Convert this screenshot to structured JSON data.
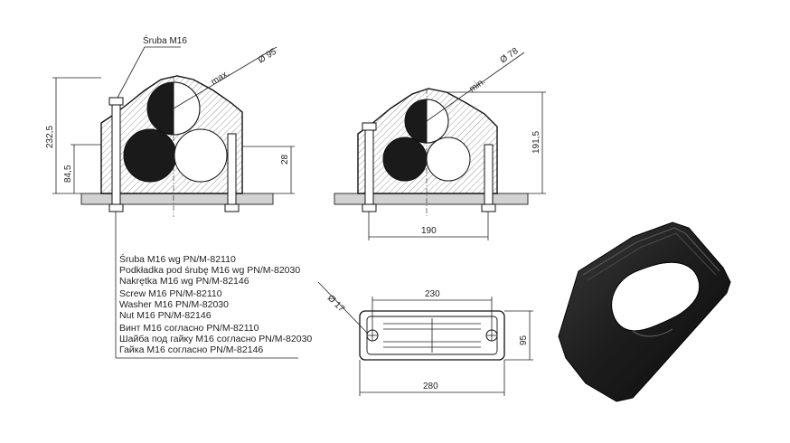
{
  "labels": {
    "screw_callout": "Śruba M16",
    "dia_max": "Ø 95",
    "max": "max.",
    "dia_min": "Ø 78",
    "min": "min.",
    "dia_hole": "Ø 17"
  },
  "dimensions": {
    "total_height_left": "232,5",
    "axis_height_left": "84,5",
    "base_height": "28",
    "total_height_right": "191,5",
    "bolt_spacing_side": "190",
    "bolt_spacing_top": "230",
    "overall_length": "280",
    "width": "95"
  },
  "legend": [
    "Śruba M16 wg PN/M-82110",
    "Podkładka pod śrubę M16 wg PN/M-82030",
    "Nakrętka M16 wg PN/M-82146",
    "Screw M16  PN/M-82110",
    "Washer M16 PN/M-82030",
    "Nut M16 PN/M-82146",
    "Винт M16 согласно PN/M-82110",
    "Шайба под гайку M16 согласно PN/M-82030",
    "Гайка M16 согласно PN/M-82146"
  ],
  "colors": {
    "line": "#222222",
    "fill_dark": "#1a1a1a",
    "base": "#d2d2d2"
  }
}
